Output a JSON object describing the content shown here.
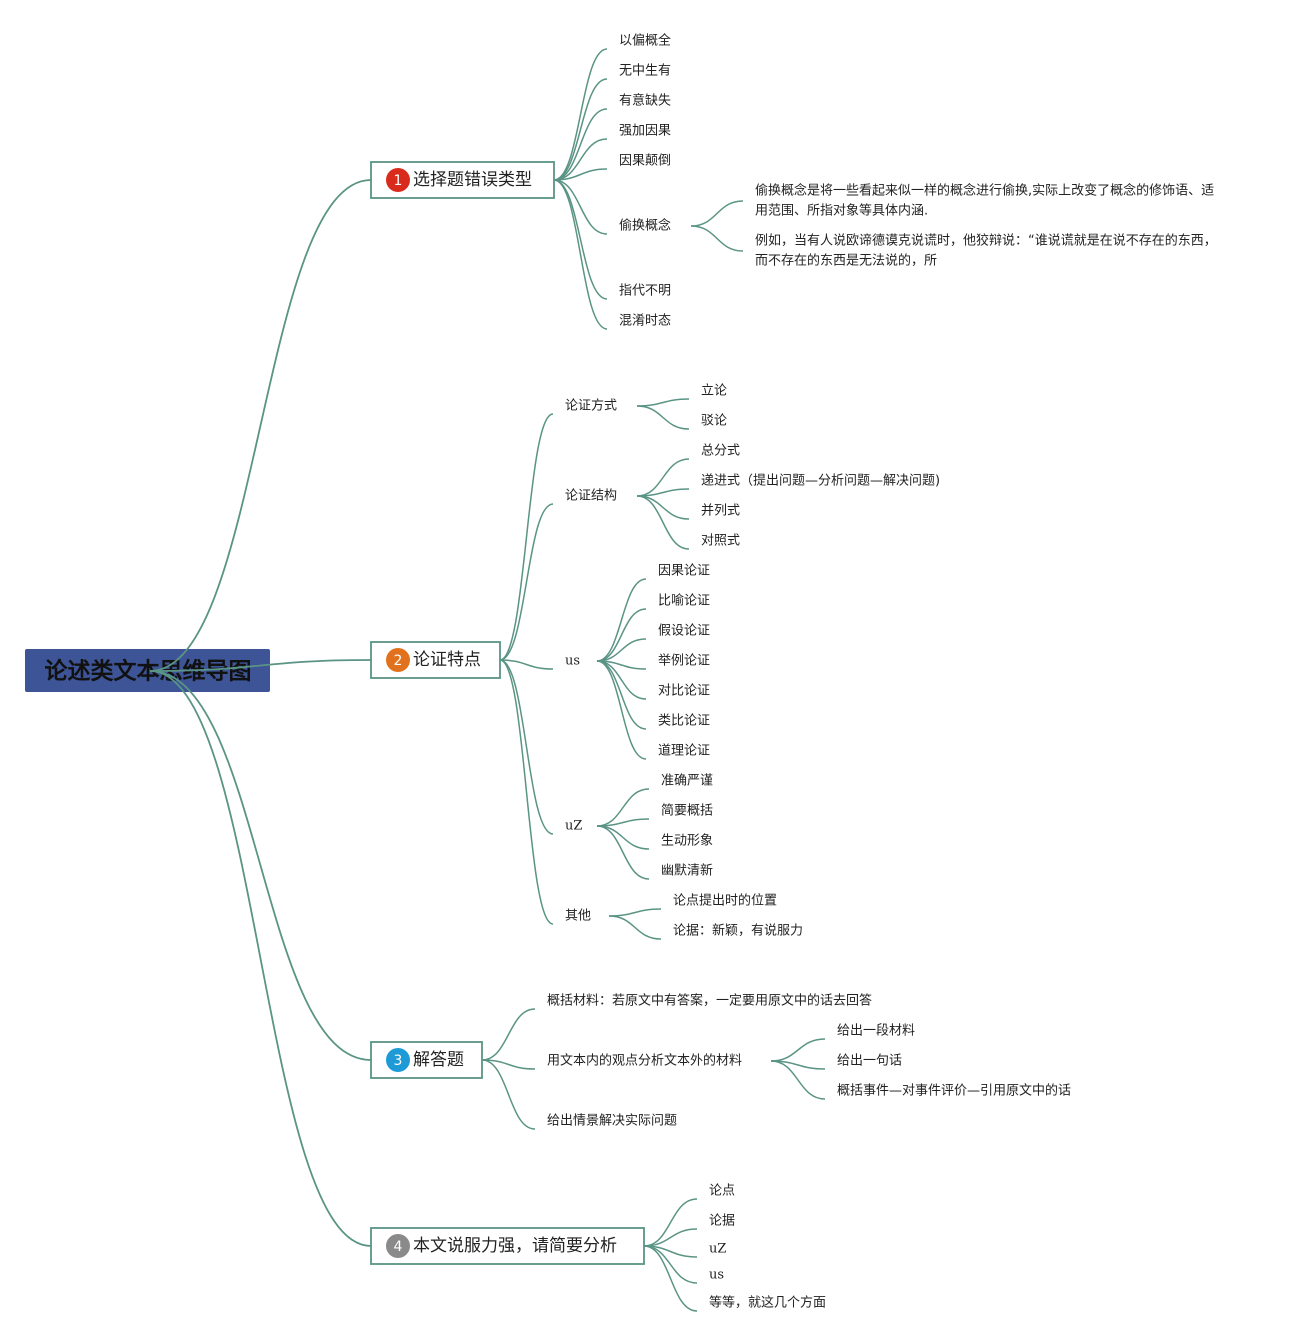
{
  "colors": {
    "line": "#5a9484",
    "root_fill": "#3d5496",
    "box_border": "#5a9484",
    "badge_1": "#d92b1c",
    "badge_2": "#e2711d",
    "badge_3": "#1e9ad6",
    "badge_4": "#8a8a8a"
  },
  "root": {
    "title": "论述类文本思维导图"
  },
  "branches": [
    {
      "number": "1",
      "label": "选择题错误类型",
      "items": [
        {
          "text": "以偏概全"
        },
        {
          "text": "无中生有"
        },
        {
          "text": "有意缺失"
        },
        {
          "text": "强加因果"
        },
        {
          "text": "因果颠倒"
        },
        {
          "text": "偷换概念",
          "children": [
            {
              "lines": [
                "偷换概念是将一些看起来似一样的概念进行偷换,实际上改变了概念的修饰语、适",
                "用范围、所指对象等具体内涵."
              ]
            },
            {
              "lines": [
                "例如，当有人说欧谛德谟克说谎时，他狡辩说：“谁说谎就是在说不存在的东西，",
                "而不存在的东西是无法说的，所"
              ]
            }
          ]
        },
        {
          "text": "指代不明"
        },
        {
          "text": "混淆时态"
        }
      ]
    },
    {
      "number": "2",
      "label": "论证特点",
      "items": [
        {
          "text": "论证方式",
          "children": [
            {
              "text": "立论"
            },
            {
              "text": "驳论"
            }
          ]
        },
        {
          "text": "论证结构",
          "children": [
            {
              "text": "总分式"
            },
            {
              "text": "递进式（提出问题—分析问题—解决问题)"
            },
            {
              "text": "并列式"
            },
            {
              "text": "对照式"
            }
          ]
        },
        {
          "text": "us",
          "children": [
            {
              "text": "因果论证"
            },
            {
              "text": "比喻论证"
            },
            {
              "text": "假设论证"
            },
            {
              "text": "举例论证"
            },
            {
              "text": "对比论证"
            },
            {
              "text": "类比论证"
            },
            {
              "text": "道理论证"
            }
          ]
        },
        {
          "text": "uZ",
          "children": [
            {
              "text": "准确严谨"
            },
            {
              "text": "简要概括"
            },
            {
              "text": "生动形象"
            },
            {
              "text": "幽默清新"
            }
          ]
        },
        {
          "text": "其他",
          "children": [
            {
              "text": "论点提出时的位置"
            },
            {
              "text": "论据：新颖，有说服力"
            }
          ]
        }
      ]
    },
    {
      "number": "3",
      "label": "解答题",
      "items": [
        {
          "text": "概括材料：若原文中有答案，一定要用原文中的话去回答"
        },
        {
          "text": "用文本内的观点分析文本外的材料",
          "children": [
            {
              "text": "给出一段材料"
            },
            {
              "text": "给出一句话"
            },
            {
              "text": "概括事件—对事件评价—引用原文中的话"
            }
          ]
        },
        {
          "text": "给出情景解决实际问题"
        }
      ]
    },
    {
      "number": "4",
      "label": "本文说服力强，请简要分析",
      "items": [
        {
          "text": "论点"
        },
        {
          "text": "论据"
        },
        {
          "text": "uZ"
        },
        {
          "text": "us"
        },
        {
          "text": "等等，就这几个方面"
        }
      ]
    }
  ]
}
